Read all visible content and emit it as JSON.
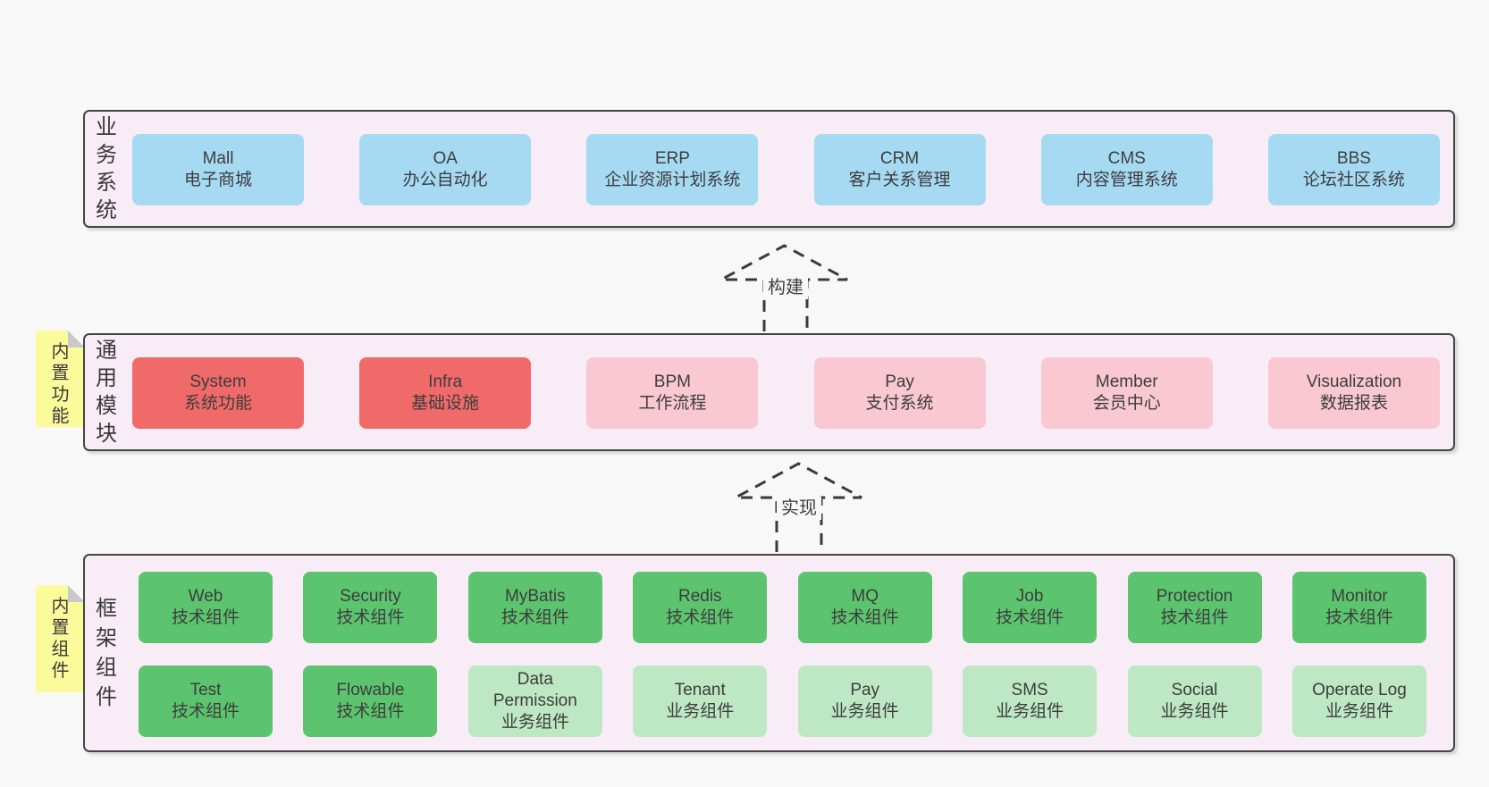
{
  "layers": {
    "business": {
      "side_label": "业务系统",
      "boxes": [
        {
          "name": "Mall",
          "desc": "电子商城"
        },
        {
          "name": "OA",
          "desc": "办公自动化"
        },
        {
          "name": "ERP",
          "desc": "企业资源计划系统"
        },
        {
          "name": "CRM",
          "desc": "客户关系管理"
        },
        {
          "name": "CMS",
          "desc": "内容管理系统"
        },
        {
          "name": "BBS",
          "desc": "论坛社区系统"
        }
      ]
    },
    "modules": {
      "side_label": "通用模块",
      "note": "内置功能",
      "boxes": [
        {
          "name": "System",
          "desc": "系统功能"
        },
        {
          "name": "Infra",
          "desc": "基础设施"
        },
        {
          "name": "BPM",
          "desc": "工作流程"
        },
        {
          "name": "Pay",
          "desc": "支付系统"
        },
        {
          "name": "Member",
          "desc": "会员中心"
        },
        {
          "name": "Visualization",
          "desc": "数据报表"
        }
      ]
    },
    "components": {
      "side_label": "框架组件",
      "note": "内置组件",
      "row1": [
        {
          "name": "Web",
          "desc": "技术组件"
        },
        {
          "name": "Security",
          "desc": "技术组件"
        },
        {
          "name": "MyBatis",
          "desc": "技术组件"
        },
        {
          "name": "Redis",
          "desc": "技术组件"
        },
        {
          "name": "MQ",
          "desc": "技术组件"
        },
        {
          "name": "Job",
          "desc": "技术组件"
        },
        {
          "name": "Protection",
          "desc": "技术组件"
        },
        {
          "name": "Monitor",
          "desc": "技术组件"
        }
      ],
      "row2": [
        {
          "name": "Test",
          "desc": "技术组件"
        },
        {
          "name": "Flowable",
          "desc": "技术组件"
        },
        {
          "name": "Data Permission",
          "desc": "业务组件"
        },
        {
          "name": "Tenant",
          "desc": "业务组件"
        },
        {
          "name": "Pay",
          "desc": "业务组件"
        },
        {
          "name": "SMS",
          "desc": "业务组件"
        },
        {
          "name": "Social",
          "desc": "业务组件"
        },
        {
          "name": "Operate Log",
          "desc": "业务组件"
        }
      ]
    }
  },
  "arrows": {
    "build": "构建",
    "implement": "实现"
  },
  "colors": {
    "page_bg": "#f8f8f8",
    "layer_fill": "#f8edf6",
    "layer_border": "#454545",
    "blue_box": "#a6daf3",
    "red_box": "#f16a6a",
    "pink_box": "#f9c8d2",
    "green_dark_box": "#5cc46e",
    "green_light_box": "#bee7c3",
    "note_yellow": "#fbfb9c",
    "note_fold_gray": "#c9c9c9",
    "text": "#3d3d3d"
  }
}
